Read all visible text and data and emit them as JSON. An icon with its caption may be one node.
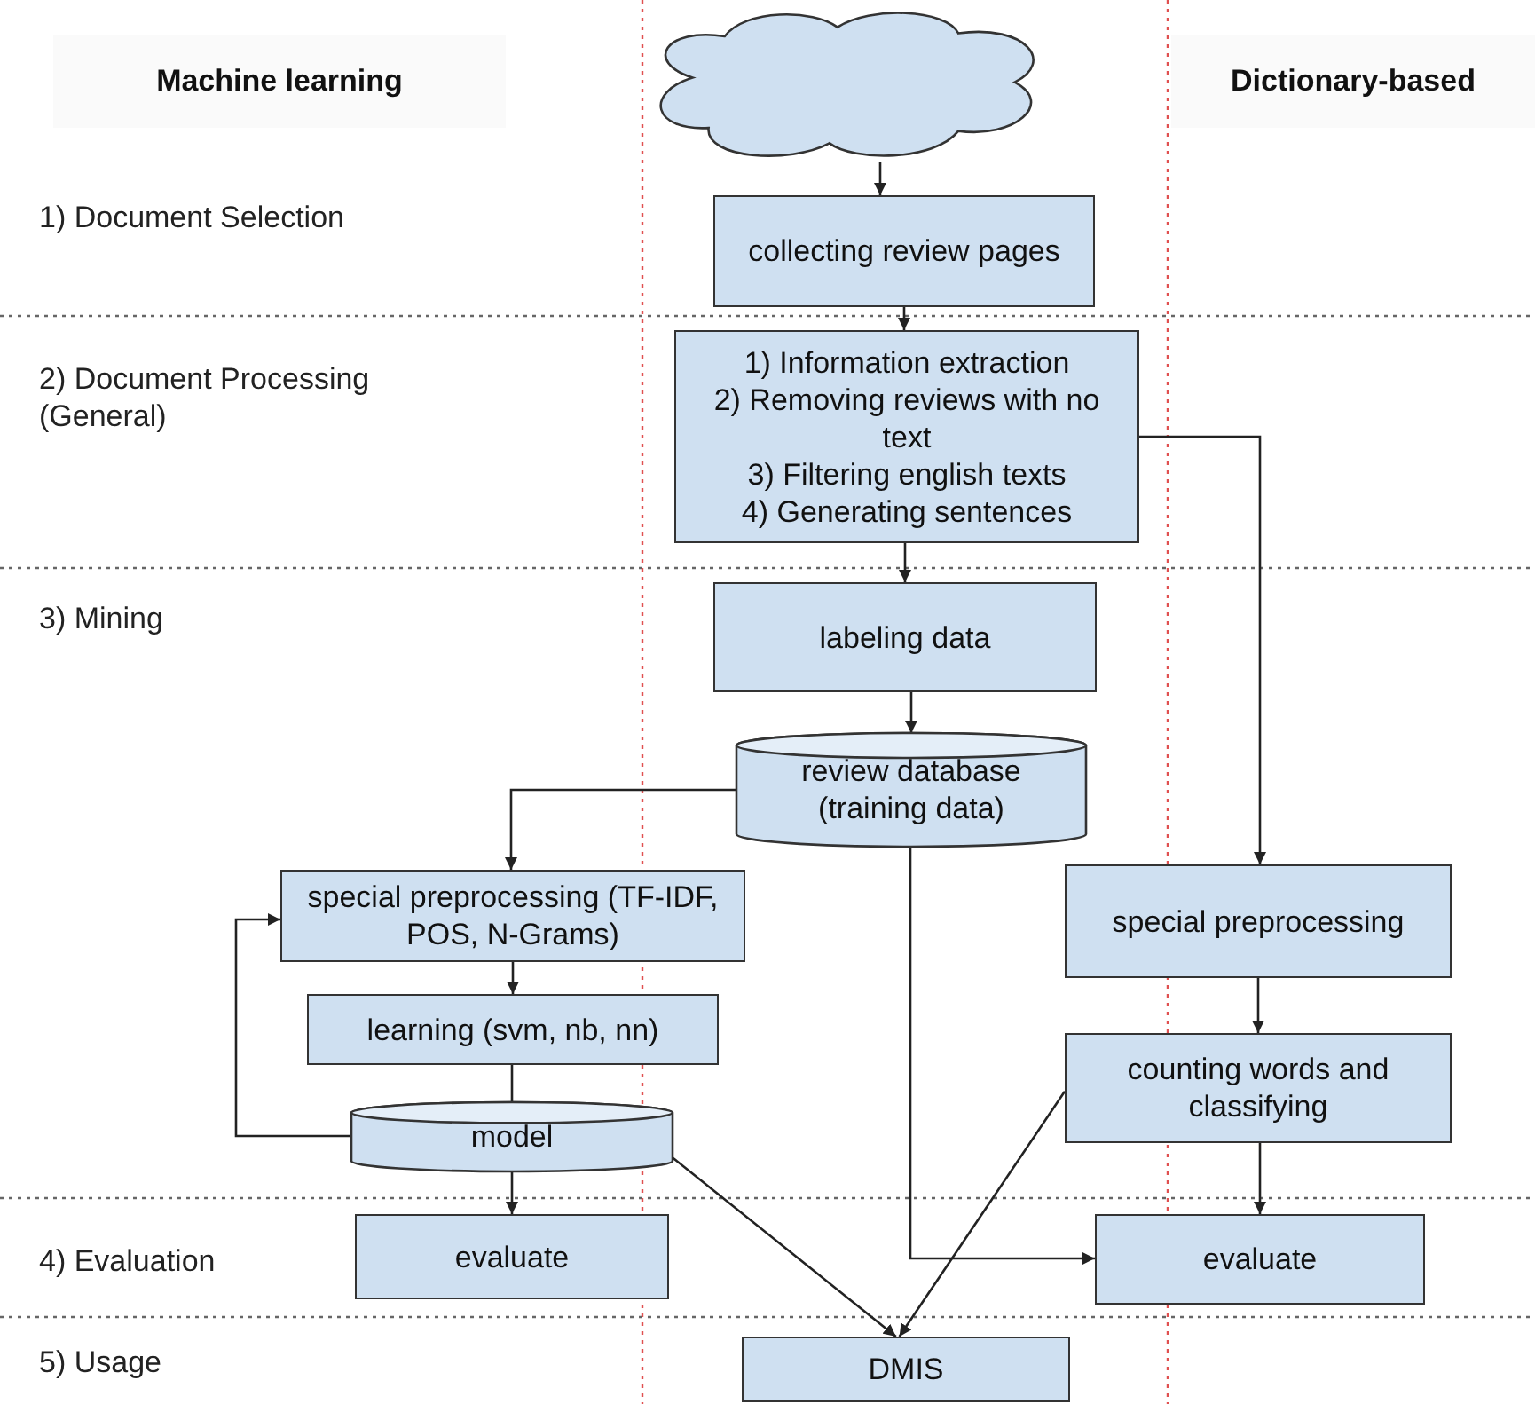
{
  "diagram": {
    "nodes": [
      {
        "text": [],
        "shape": "cloud"
      },
      {
        "text": [
          "collecting review pages"
        ]
      },
      {
        "text": [
          "1) Information extraction",
          "2) Removing reviews with no text",
          "3) Filtering english texts",
          "4) Generating sentences"
        ]
      },
      {
        "text": [
          "labeling data"
        ]
      },
      {
        "text": [
          "review database (training data)"
        ]
      },
      {
        "text": [
          "special preprocessing (TF-IDF, POS, N-Grams)"
        ]
      },
      {
        "text": [
          "learning (svm, nb, nn)"
        ]
      },
      {
        "text": [
          "model"
        ]
      },
      {
        "text": [
          "evaluate"
        ]
      },
      {
        "text": [
          "special preprocessing"
        ]
      },
      {
        "text": [
          "counting words and classifying"
        ]
      },
      {
        "text": [
          "evaluate"
        ]
      },
      {
        "text": [
          "DMIS"
        ]
      }
    ],
    "edges": [
      {
        "from": 0,
        "to": 1,
        "arrow": "to"
      },
      {
        "from": 1,
        "to": 2,
        "arrow": "to"
      },
      {
        "from": 2,
        "to": 3,
        "arrow": "to"
      },
      {
        "from": 3,
        "to": 4,
        "arrow": "to"
      },
      {
        "from": 2,
        "to": 9,
        "arrow": "to"
      },
      {
        "from": 4,
        "to": 5,
        "arrow": "to"
      },
      {
        "from": 5,
        "to": 6,
        "arrow": "to"
      },
      {
        "from": 6,
        "to": 7,
        "arrow": "none"
      },
      {
        "from": 7,
        "to": 5,
        "arrow": "to"
      },
      {
        "from": 7,
        "to": 8,
        "arrow": "to"
      },
      {
        "from": 7,
        "to": 12,
        "arrow": "to"
      },
      {
        "from": 4,
        "to": 11,
        "arrow": "to"
      },
      {
        "from": 9,
        "to": 10,
        "arrow": "to"
      },
      {
        "from": 10,
        "to": 12,
        "arrow": "to"
      },
      {
        "from": 10,
        "to": 11,
        "arrow": "to"
      }
    ],
    "labels": [
      "Machine learning",
      "Dictionary-based",
      "1) Document Selection",
      "2) Document Processing (General)",
      "3) Mining",
      "4) Evaluation",
      "5) Usage"
    ]
  }
}
